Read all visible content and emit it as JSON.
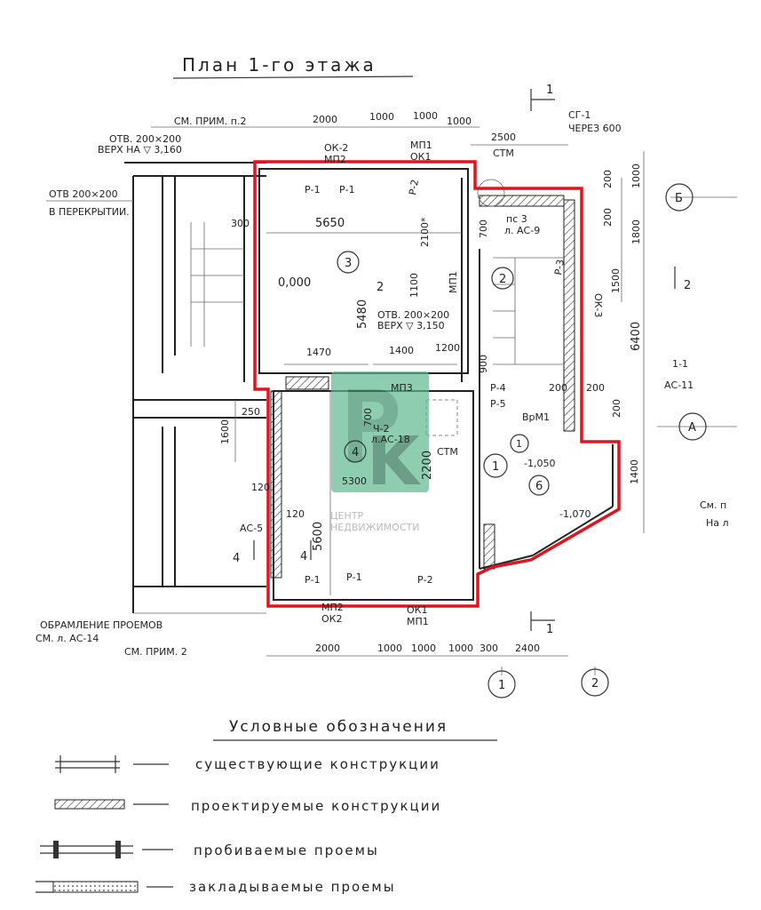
{
  "title": "План 1-го этажа",
  "notes": {
    "see_note_top": "СМ. ПРИМ. п.2",
    "see_note_bottom": "СМ. ПРИМ. 2",
    "opening_top_1": "ОТВ. 200×200",
    "opening_top_2": "ВЕРХ НА ▽ 3,160",
    "opening_ceiling_1": "ОТВ 200×200",
    "opening_ceiling_2": "В ПЕРЕКРЫТИИ.",
    "opening_mid_1": "ОТВ. 200×200",
    "opening_mid_2": "ВЕРХ ▽ 3,150",
    "cg1": "СГ-1",
    "cg1_through": "ЧЕРЕЗ 600",
    "ps3": "пс 3",
    "ps3_sheet": "л. АС-9",
    "ctm_top": "СТМ",
    "ctm_mid": "СТМ",
    "framing_1": "ОБРАМЛЕНИЕ ПРОЕМОВ",
    "framing_2": "СМ. л. АС-14",
    "section_ref": "1-1",
    "section_sheet": "АС-11",
    "ch2": "Ч-2",
    "ch2_sheet": "л.АС-18",
    "vrm1": "ВрМ1",
    "cm_right": "См. п",
    "na_right": "На л"
  },
  "dimensions": {
    "top": [
      "2000",
      "1000",
      "1000",
      "1000",
      "2500"
    ],
    "bottom": [
      "2000",
      "1000",
      "1000",
      "1000",
      "300",
      "2400"
    ],
    "room3_width": "5650",
    "room3_height": "5480",
    "d2100": "2100*",
    "d1100": "1100",
    "d1470": "1470",
    "d1400": "1400",
    "d1200": "1200",
    "d300": "300",
    "d250": "250",
    "d1600": "1600",
    "d120a": "120",
    "d120b": "120",
    "room4_width": "5300",
    "room4_height": "5600",
    "d2200": "2200",
    "d700": "700",
    "d900": "900",
    "d200a": "200",
    "d200b": "200",
    "d200c": "200",
    "d200d": "200",
    "d200e": "200",
    "d1000": "1000",
    "d1800": "1800",
    "d1500": "1500",
    "d6400": "6400",
    "d1400r": "1400",
    "d700b": "700"
  },
  "marks": {
    "ok2_top": "ОК-2",
    "mp2_top": "МП2",
    "mp1_top": "МП1",
    "ok1_top": "ОК1",
    "p1a": "Р-1",
    "p1b": "Р-1",
    "p2_top": "Р-2",
    "p1c": "Р-1",
    "p1d": "Р-1",
    "p2_bot": "Р-2",
    "p3": "Р-3",
    "p4": "Р-4",
    "p5": "Р-5",
    "mp1_v": "МП1",
    "mp3": "МП3",
    "ok3": "ОК-3",
    "mp2_bot": "МП2",
    "ok2_bot": "ОК2",
    "ok1_bot": "ОК1",
    "mp1_bot": "МП1",
    "as5": "АС-5",
    "sec4a": "4",
    "sec4b": "4",
    "sec2": "2",
    "sec2r": "2",
    "sec1_top": "1",
    "sec1_bot": "1"
  },
  "levels": {
    "zero": "0,000",
    "l1050": "-1,050",
    "l1070": "-1,070"
  },
  "rooms": [
    "3",
    "2",
    "4",
    "1",
    "1",
    "6"
  ],
  "axes": {
    "b": "Б",
    "a": "А",
    "one": "1",
    "two": "2"
  },
  "watermark": {
    "line1": "ЦЕНТР",
    "line2": "НЕДВИЖИМОСТИ",
    "logo": "РК"
  },
  "legend": {
    "title": "Условные обозначения",
    "items": [
      "существующие конструкции",
      "проектируемые конструкции",
      "пробиваемые проемы",
      "закладываемые проемы"
    ]
  },
  "colors": {
    "outline": "#e0141e",
    "watermark": "#5fb890"
  }
}
